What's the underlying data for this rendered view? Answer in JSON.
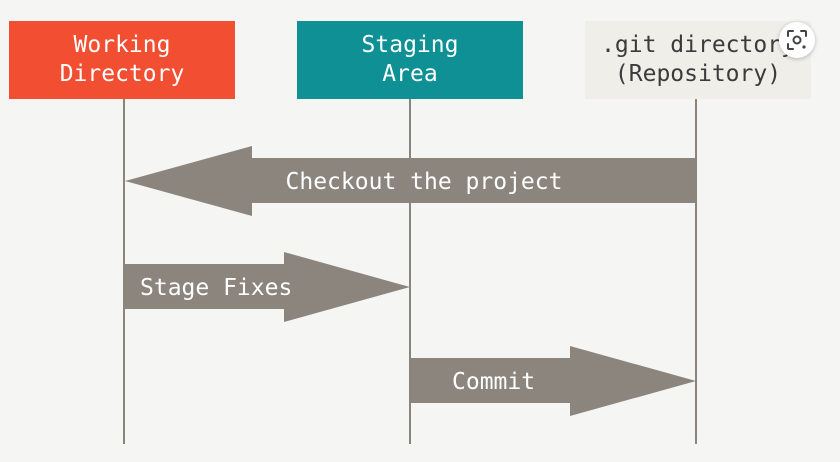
{
  "boxes": {
    "working": {
      "line1": "Working",
      "line2": "Directory",
      "color": "#f14e32"
    },
    "staging": {
      "line1": "Staging",
      "line2": "Area",
      "color": "#0e9094"
    },
    "repo": {
      "line1": ".git directory",
      "line2": "(Repository)",
      "color": "#efeee9"
    }
  },
  "arrows": {
    "checkout": {
      "label": "Checkout the project",
      "from": "repo",
      "to": "working"
    },
    "stage": {
      "label": "Stage Fixes",
      "from": "working",
      "to": "staging"
    },
    "commit": {
      "label": "Commit",
      "from": "staging",
      "to": "repo"
    }
  },
  "colors": {
    "arrow": "#8b857d",
    "lane": "#8a847c",
    "background": "#f5f5f3"
  },
  "overlay": {
    "icon": "visual-search-icon"
  }
}
